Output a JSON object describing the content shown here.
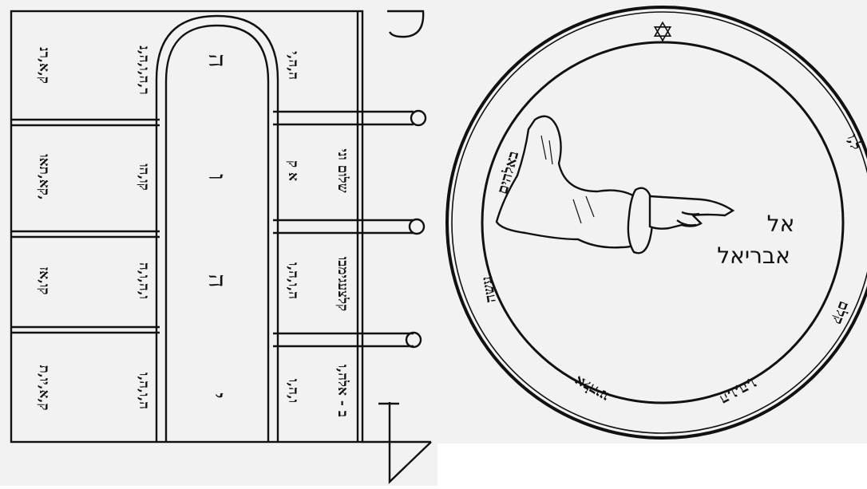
{
  "left_diagram": {
    "outer_column": [
      "ק,א,רנ",
      "קא,תאו,",
      "קו,אז",
      "ק,א,יו,ת"
    ],
    "inner_column": [
      "ר,ה,ו,ה,נ",
      "קו,הו",
      "ו,ה,ו,ה",
      "ה,ו,ה,ו"
    ],
    "arch_letters": [
      "ה",
      "ו",
      "ה",
      "י"
    ],
    "right_inner_column": [
      "ה,ה,י",
      "א ק",
      "ה,ו,ה,ו",
      "ו,ה,ו"
    ],
    "right_outer_column": [
      "",
      "שלום וני",
      "קלצעגימבו",
      "ב - אלה,ו"
    ]
  },
  "pentacle": {
    "top_symbol": "✡",
    "ring_text": [
      "באלהים",
      "עשה",
      "חיל",
      "ל,ו",
      "קלם",
      "ה,ו,ה,ו",
      "אלהינו"
    ],
    "center_names": [
      "אל",
      "אבריאל"
    ]
  }
}
